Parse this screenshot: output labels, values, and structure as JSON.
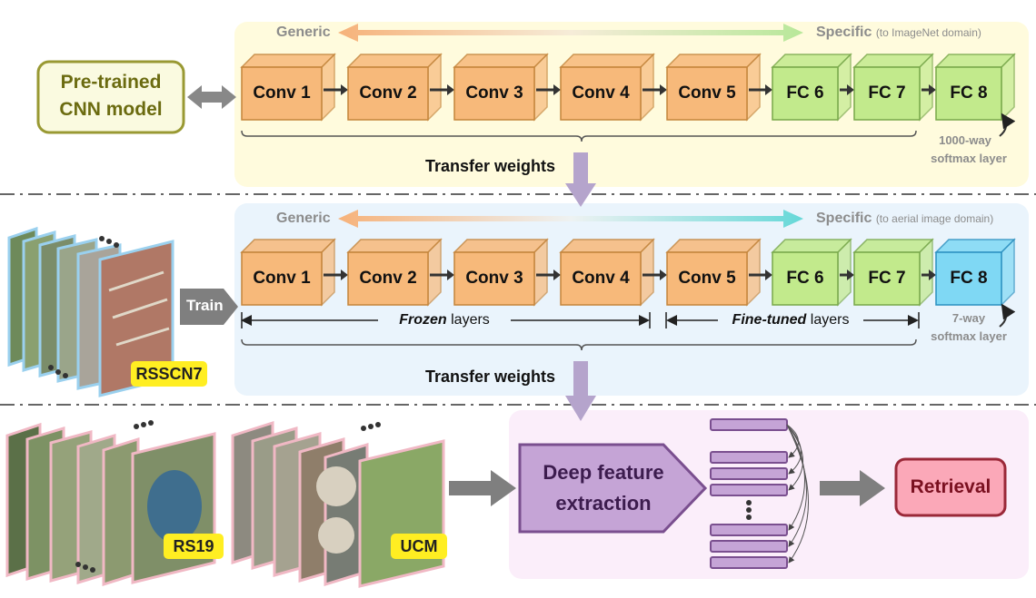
{
  "colors": {
    "conv": "#f7b97a",
    "fc": "#c2ea8c",
    "fc8_target": "#7fd8f4",
    "panel1": "#fffbdd",
    "panel2": "#eaf4fc",
    "panel3": "#fbeefa",
    "arrow_purple": "#b5a4cc",
    "retrieval": "#fba8b8",
    "badge": "#ffee22"
  },
  "pretrained": {
    "line1": "Pre-trained",
    "line2": "CNN model"
  },
  "row1": {
    "generic": "Generic",
    "specific": "Specific",
    "specific_note": "(to ImageNet domain)",
    "layers": [
      "Conv 1",
      "Conv 2",
      "Conv 3",
      "Conv 4",
      "Conv 5",
      "FC 6",
      "FC 7",
      "FC 8"
    ],
    "softmax_line1": "1000-way",
    "softmax_line2": "softmax layer"
  },
  "transfer1": "Transfer weights",
  "row2": {
    "generic": "Generic",
    "specific": "Specific",
    "specific_note": "(to aerial image domain)",
    "layers": [
      "Conv 1",
      "Conv 2",
      "Conv 3",
      "Conv 4",
      "Conv 5",
      "FC 6",
      "FC 7",
      "FC 8"
    ],
    "train": "Train",
    "frozen_em": "Frozen",
    "frozen_rest": " layers",
    "finetuned_em": "Fine-tuned",
    "finetuned_rest": " layers",
    "softmax_line1": "7-way",
    "softmax_line2": "softmax layer",
    "dataset": "RSSCN7"
  },
  "transfer2": "Transfer weights",
  "row3": {
    "dataset_a": "RS19",
    "dataset_b": "UCM",
    "extract_line1": "Deep feature",
    "extract_line2": "extraction",
    "retrieval": "Retrieval"
  }
}
